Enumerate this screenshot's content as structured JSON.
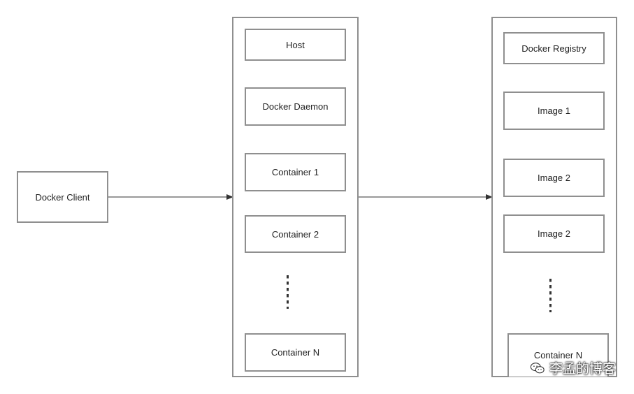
{
  "client": {
    "label": "Docker Client"
  },
  "host_column": {
    "items": [
      "Host",
      "Docker Daemon",
      "Container 1",
      "Container 2",
      "Container N"
    ]
  },
  "registry_column": {
    "items": [
      "Docker Registry",
      "Image 1",
      "Image 2",
      "Image 2",
      "Container N"
    ]
  },
  "watermark": {
    "text": "李孟的博客"
  },
  "colors": {
    "border": "#8f8f8f",
    "arrow": "#333333",
    "text": "#222222"
  }
}
